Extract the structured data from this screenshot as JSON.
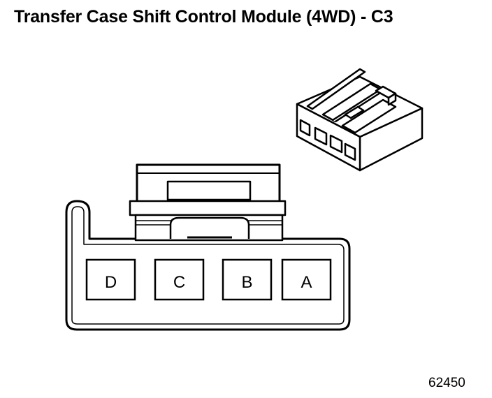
{
  "title": "Transfer Case Shift Control Module (4WD) - C3",
  "figure_number": "62450",
  "pins": [
    {
      "label": "D"
    },
    {
      "label": "C"
    },
    {
      "label": "B"
    },
    {
      "label": "A"
    }
  ]
}
